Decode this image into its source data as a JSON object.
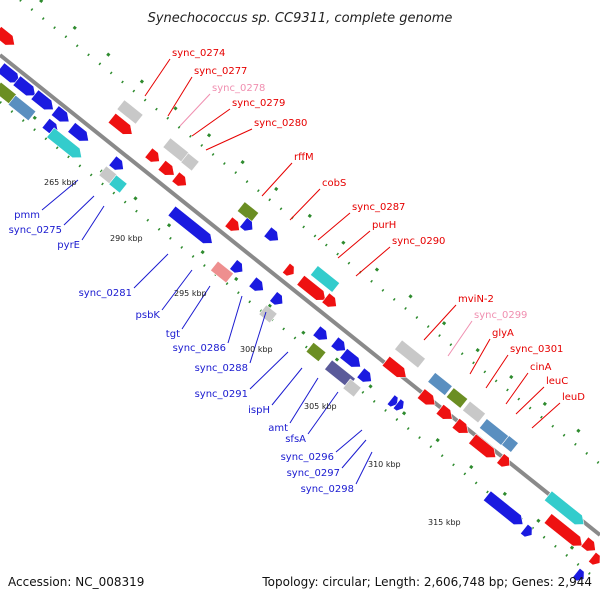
{
  "title": "Synechococcus sp. CC9311, complete genome",
  "footer": {
    "accession": "Accession: NC_008319",
    "topology": "Topology: circular; Length: 2,606,748 bp; Genes: 2,944"
  },
  "colors": {
    "backbone": "#8a8a8a",
    "forward_label": "#e60000",
    "reverse_label": "#1a1ad0",
    "pink_label": "#f08fb0",
    "red": "#ee1111",
    "grey": "#c8c8c8",
    "blue": "#1a1ae0",
    "steel": "#5a8fc0",
    "cyan": "#33cccc",
    "olive": "#6b8e23",
    "pink": "#ee8f8f",
    "purple": "#5a5a9a",
    "dot_green": "#2e8b2e"
  },
  "ticks": [
    {
      "label": "265 kbp"
    },
    {
      "label": "290 kbp"
    },
    {
      "label": "295 kbp"
    },
    {
      "label": "300 kbp"
    },
    {
      "label": "305 kbp"
    },
    {
      "label": "310 kbp"
    },
    {
      "label": "315 kbp"
    }
  ],
  "forward_labels": [
    {
      "text": "sync_0274",
      "color": "red"
    },
    {
      "text": "sync_0277",
      "color": "red"
    },
    {
      "text": "sync_0278",
      "color": "pink"
    },
    {
      "text": "sync_0279",
      "color": "red"
    },
    {
      "text": "sync_0280",
      "color": "red"
    },
    {
      "text": "rffM",
      "color": "red"
    },
    {
      "text": "cobS",
      "color": "red"
    },
    {
      "text": "sync_0287",
      "color": "red"
    },
    {
      "text": "purH",
      "color": "red"
    },
    {
      "text": "sync_0290",
      "color": "red"
    },
    {
      "text": "mviN-2",
      "color": "red"
    },
    {
      "text": "sync_0299",
      "color": "pink"
    },
    {
      "text": "glyA",
      "color": "red"
    },
    {
      "text": "sync_0301",
      "color": "red"
    },
    {
      "text": "cinA",
      "color": "red"
    },
    {
      "text": "leuC",
      "color": "red"
    },
    {
      "text": "leuD",
      "color": "red"
    }
  ],
  "reverse_labels": [
    {
      "text": "pmm"
    },
    {
      "text": "sync_0275"
    },
    {
      "text": "pyrE"
    },
    {
      "text": "sync_0281"
    },
    {
      "text": "psbK"
    },
    {
      "text": "tgt"
    },
    {
      "text": "sync_0286"
    },
    {
      "text": "sync_0288"
    },
    {
      "text": "sync_0291"
    },
    {
      "text": "ispH"
    },
    {
      "text": "amt"
    },
    {
      "text": "sfsA"
    },
    {
      "text": "sync_0296"
    },
    {
      "text": "sync_0297"
    },
    {
      "text": "sync_0298"
    }
  ]
}
